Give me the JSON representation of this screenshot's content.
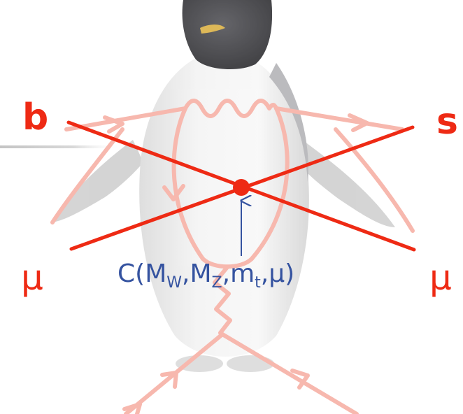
{
  "labels": {
    "b_quark": "b",
    "s_quark": "s",
    "muon_left": "μ",
    "muon_right": "μ"
  },
  "coefficient": {
    "func": "C",
    "open": "(",
    "m_w": "M",
    "m_w_sub": "W",
    "comma1": ",",
    "m_z": "M",
    "m_z_sub": "Z",
    "comma2": ",",
    "m_t": "m",
    "m_t_sub": "t",
    "comma3": ",",
    "mu": "μ",
    "close": ")"
  },
  "colors": {
    "red": "#ee2a14",
    "pink": "#f7b8ae",
    "blue": "#3553a0",
    "penguin_dark": "#1c1d22",
    "rule_gray": "#c8c8c8"
  },
  "background_figure": "penguin-illustration"
}
